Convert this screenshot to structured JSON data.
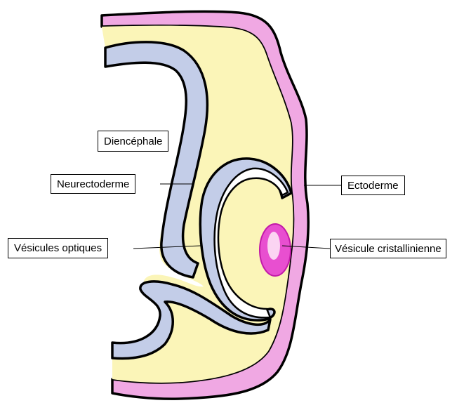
{
  "labels": {
    "diencephale": "Diencéphale",
    "neurectoderme": "Neurectoderme",
    "vesicules_optiques": "Vésicules optiques",
    "ectoderme": "Ectoderme",
    "vesicule_cristallinienne": "Vésicule cristallinienne"
  },
  "colors": {
    "yellow_tissue": "#fbf5b8",
    "blue_neural": "#c3cde8",
    "pink_ectoderm": "#f0a8e3",
    "lens_magenta": "#e84fd0",
    "lens_highlight": "#fbd4f2",
    "outline": "#000000"
  }
}
